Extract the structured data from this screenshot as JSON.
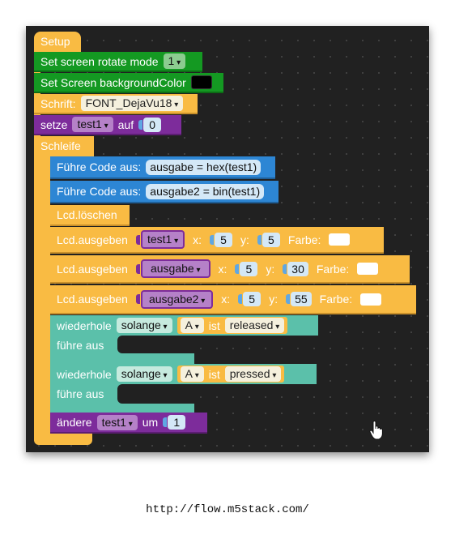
{
  "blocks": {
    "setup_label": "Setup",
    "rotate_label": "Set screen rotate mode",
    "rotate_value": "1",
    "bgcolor_label": "Set Screen backgroundColor",
    "bgcolor_value": "#000000",
    "font_label": "Schrift:",
    "font_value": "FONT_DejaVu18",
    "setze_label": "setze",
    "setze_var": "test1",
    "setze_auf": "auf",
    "setze_value": "0",
    "loop_label": "Schleife",
    "exec1_label": "Führe Code aus:",
    "exec1_code": "ausgabe = hex(test1)",
    "exec2_label": "Führe Code aus:",
    "exec2_code": "ausgabe2 = bin(test1)",
    "clear_label": "Lcd.löschen",
    "print1": {
      "label": "Lcd.ausgeben",
      "var": "test1",
      "x_label": "x:",
      "x": "5",
      "y_label": "y:",
      "y": "5",
      "color_label": "Farbe:",
      "color": "#ffffff"
    },
    "print2": {
      "label": "Lcd.ausgeben",
      "var": "ausgabe",
      "x_label": "x:",
      "x": "5",
      "y_label": "y:",
      "y": "30",
      "color_label": "Farbe:",
      "color": "#ffffff"
    },
    "print3": {
      "label": "Lcd.ausgeben",
      "var": "ausgabe2",
      "x_label": "x:",
      "x": "5",
      "y_label": "y:",
      "y": "55",
      "color_label": "Farbe:",
      "color": "#ffffff"
    },
    "repeat1": {
      "label": "wiederhole",
      "mode": "solange",
      "button": "A",
      "ist": "ist",
      "state": "released",
      "do_label": "führe aus"
    },
    "repeat2": {
      "label": "wiederhole",
      "mode": "solange",
      "button": "A",
      "ist": "ist",
      "state": "pressed",
      "do_label": "führe aus"
    },
    "change_label": "ändere",
    "change_var": "test1",
    "change_um": "um",
    "change_value": "1"
  },
  "footer_url": "http://flow.m5stack.com/"
}
